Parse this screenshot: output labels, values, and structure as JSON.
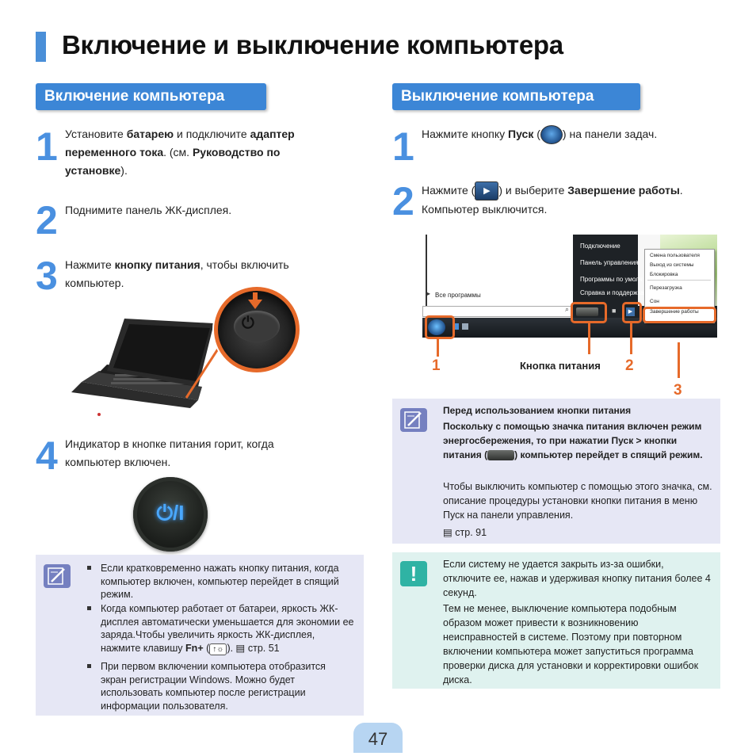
{
  "page_title": "Включение и выключение компьютера",
  "left": {
    "heading": "Включение компьютера",
    "steps": [
      {
        "num": "1",
        "t1": "Установите ",
        "b1": "батарею",
        "t2": " и подключите ",
        "b2": "адаптер",
        "line2_b": "переменного тока",
        "line2_t": ". (см. ",
        "line2_b2": "Руководство по",
        "line3_b": "установке",
        "line3_t": ")."
      },
      {
        "num": "2",
        "text": "Поднимите панель ЖК-дисплея."
      },
      {
        "num": "3",
        "t1": "Нажмите ",
        "b1": "кнопку питания",
        "t2": ", чтобы включить",
        "line2": "компьютер."
      },
      {
        "num": "4",
        "line1": "Индикатор в кнопке питания горит, когда",
        "line2": "компьютер включен."
      }
    ],
    "power_glyph": "⏻/I",
    "note": {
      "icon": "pencil-note-icon",
      "items": [
        "Если кратковременно нажать кнопку питания, когда компьютер включен, компьютер перейдет в спящий режим.",
        "Когда компьютер работает от батареи, яркость ЖК-дисплея автоматически уменьшается для экономии ее заряда.Чтобы увеличить яркость ЖК-дисплея, нажмите клавишу",
        "При первом включении компьютера отобразится экран регистрации Windows. Можно будет использовать компьютер после регистрации информации пользователя."
      ],
      "fn_key": "Fn+",
      "fn_key_glyph": "↑☼",
      "page_ref": "стр. 51"
    }
  },
  "right": {
    "heading": "Выключение компьютера",
    "step1": {
      "num": "1",
      "t1": "Нажмите кнопку ",
      "b1": "Пуск",
      "t2": " на панели задач."
    },
    "step2": {
      "num": "2",
      "t1": "Нажмите ",
      "t2": " и выберите ",
      "b1": "Завершение работы",
      "t3": ".",
      "line2": "Компьютер выключится."
    },
    "start_menu": {
      "left_items": [
        "Все программы"
      ],
      "right_items": [
        "Подключение",
        "Панель управления",
        "Программы по умолч",
        "Справка и поддержка"
      ],
      "submenu": [
        "Смена пользователя",
        "Выход из системы",
        "Блокировка",
        "Перезагрузка",
        "Сон",
        "Завершение работы"
      ]
    },
    "callouts": {
      "c1": "1",
      "c2": "2",
      "c3": "3",
      "power_label": "Кнопка питания"
    },
    "note": {
      "icon": "pencil-note-icon",
      "title": "Перед использованием кнопки питания",
      "bold_p1": "Поскольку с помощью значка питания включен режим энергосбережения, то при нажатии Пуск > кнопки питания (",
      "bold_p1_end": ") компьютер перейдет в спящий режим.",
      "p2": "Чтобы выключить компьютер с помощью этого значка, см. описание процедуры установки кнопки питания в меню Пуск на панели управления.",
      "page_ref": "стр. 91"
    },
    "warning": {
      "icon": "exclamation-icon",
      "p1": "Если систему не удается закрыть из-за ошибки, отключите ее, нажав и удерживая кнопку питания более 4 секунд.",
      "p2": "Тем не менее, выключение компьютера подобным образом может привести к возникновению неисправностей в системе. Поэтому при повторном включении компьютера может запуститься программа проверки диска для установки и корректировки ошибок диска."
    }
  },
  "page_number": "47",
  "colors": {
    "accent_blue": "#3c86d6",
    "step_blue": "#4a90e0",
    "highlight_orange": "#e66a2a",
    "note_bg": "#e6e7f5",
    "warn_bg": "#dff2ef"
  }
}
